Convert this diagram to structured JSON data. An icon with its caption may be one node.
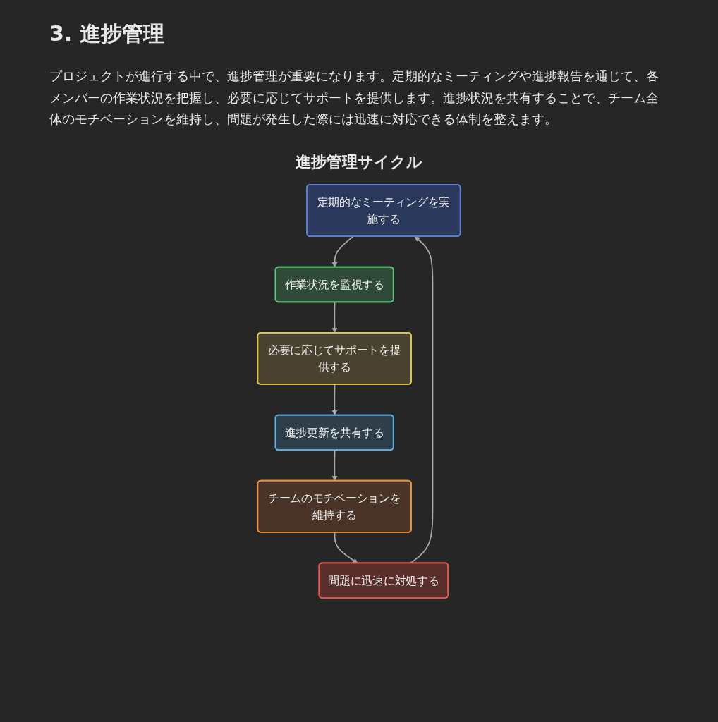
{
  "diagram": {
    "title": "3. 進捗管理",
    "nodes": [
      {
        "text": [
          "定期的なミーティングを実施する"
        ]
      },
      {
        "text": [
          "作業状況を監視する"
        ]
      },
      {
        "text": [
          "必要に応じてサポートを提供する"
        ]
      },
      {
        "text": [
          "進捗更新を共有する"
        ]
      },
      {
        "text": [
          "チームのモチベーションを維持する"
        ]
      },
      {
        "text": [
          "問題に迅速に対処する"
        ]
      }
    ],
    "edges": [
      {
        "from": 0,
        "to": 1,
        "arrow": "to"
      },
      {
        "from": 1,
        "to": 2,
        "arrow": "to"
      },
      {
        "from": 2,
        "to": 3,
        "arrow": "to"
      },
      {
        "from": 3,
        "to": 4,
        "arrow": "to"
      },
      {
        "from": 4,
        "to": 5,
        "arrow": "to"
      },
      {
        "from": 5,
        "to": 0,
        "arrow": "to"
      }
    ],
    "labels": [
      "プロジェクトが進行する中で、進捗管理が重要になります。定期的なミーティングや進捗報告を通じて、各メンバーの作業状況を把握し、必要に応じてサポートを提供します。進捗状況を共有することで、チーム全体のモチベーションを維持し、問題が発生した際には迅速に対応できる体制を整えます。",
      "進捗管理サイクル"
    ]
  }
}
